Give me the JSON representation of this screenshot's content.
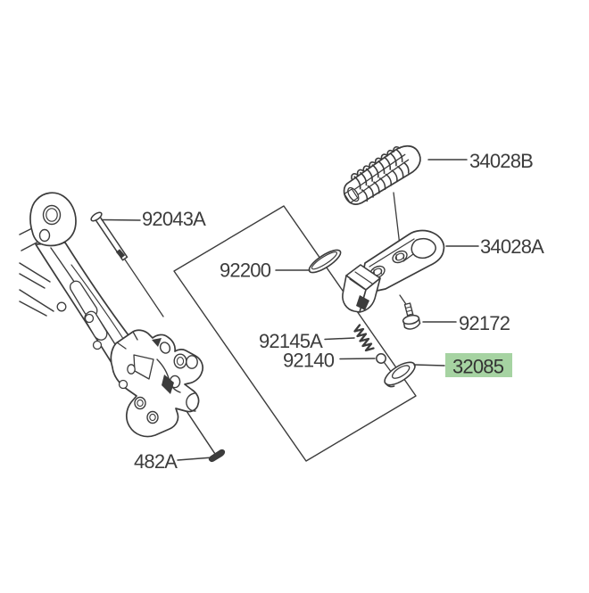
{
  "colors": {
    "background": "#ffffff",
    "line": "#3c3c3c",
    "text": "#3c3c3c",
    "highlight_bg": "#a6d3a2",
    "highlight_text": "#333333"
  },
  "diagram": {
    "type": "exploded-parts-diagram",
    "parts": [
      {
        "number": "34028B",
        "highlighted": false
      },
      {
        "number": "34028A",
        "highlighted": false
      },
      {
        "number": "92043A",
        "highlighted": false
      },
      {
        "number": "92200",
        "highlighted": false
      },
      {
        "number": "92172",
        "highlighted": false
      },
      {
        "number": "92145A",
        "highlighted": false
      },
      {
        "number": "92140",
        "highlighted": false
      },
      {
        "number": "32085",
        "highlighted": true
      },
      {
        "number": "482A",
        "highlighted": false
      }
    ]
  }
}
